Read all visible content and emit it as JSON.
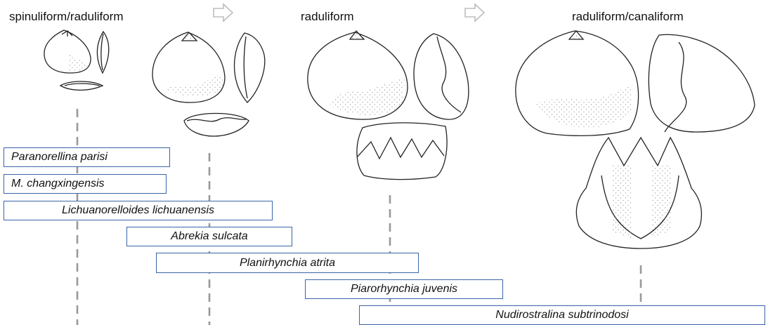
{
  "stages": [
    {
      "id": "stage-1",
      "label": "spinuliform/raduliform"
    },
    {
      "id": "stage-2",
      "label": "raduliform"
    },
    {
      "id": "stage-3",
      "label": "raduliform/canaliform"
    }
  ],
  "taxa": [
    {
      "id": "taxon-paranorellina",
      "label": "Paranorellina parisi"
    },
    {
      "id": "taxon-m-changxingensis",
      "label": "M.  changxingensis"
    },
    {
      "id": "taxon-lichuanorelloides",
      "label": "Lichuanorelloides lichuanensis"
    },
    {
      "id": "taxon-abrekia",
      "label": "Abrekia sulcata"
    },
    {
      "id": "taxon-planirhynchia",
      "label": "Planirhynchia atrita"
    },
    {
      "id": "taxon-piarorhynchia",
      "label": "Piarorhynchia juvenis"
    },
    {
      "id": "taxon-nudirostralina",
      "label": "Nudirostralina  subtrinodosi"
    }
  ],
  "colors": {
    "box_border": "#3a64a8",
    "lineage_dash": "#999999",
    "arrow": "#bdbdbd",
    "outline": "#222222",
    "stipple": "#8a8a8a"
  }
}
